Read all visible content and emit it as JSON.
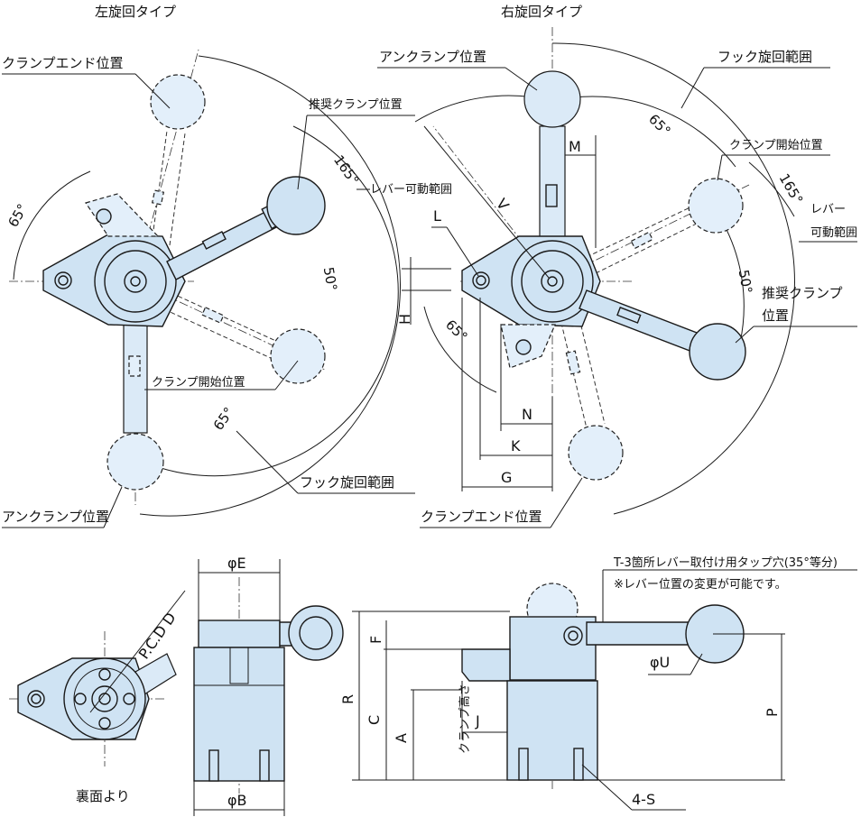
{
  "titles": {
    "left_type": "左旋回タイプ",
    "right_type": "右旋回タイプ"
  },
  "left_view": {
    "clamp_end": "クランプエンド位置",
    "recommended": "推奨クランプ位置",
    "lever_range": "レバー可動範囲",
    "clamp_start": "クランプ開始位置",
    "hook_range": "フック旋回範囲",
    "unclamp": "アンクランプ位置",
    "angle_65a": "65°",
    "angle_165": "165°",
    "angle_50": "50°",
    "angle_65b": "65°"
  },
  "right_view": {
    "unclamp": "アンクランプ位置",
    "hook_range": "フック旋回範囲",
    "clamp_start": "クランプ開始位置",
    "lever_range_1": "レバー",
    "lever_range_2": "可動範囲",
    "recommended_1": "推奨クランプ",
    "recommended_2": "位置",
    "clamp_end": "クランプエンド位置",
    "angle_65a": "65°",
    "angle_165": "165°",
    "angle_50": "50°",
    "angle_65b": "65°",
    "dim_m": "M",
    "dim_v": "V",
    "dim_l": "L",
    "dim_h": "H",
    "dim_n": "N",
    "dim_k": "K",
    "dim_g": "G"
  },
  "bottom_view": {
    "pcd": "P.C.D D",
    "caption": "裏面より"
  },
  "front_view": {
    "dim_e": "φE",
    "dim_b": "φB"
  },
  "side_view": {
    "tap_note": "T-3箇所レバー取付け用タップ穴(35°等分)",
    "lever_note": "※レバー位置の変更が可能です。",
    "dim_r": "R",
    "dim_f": "F",
    "dim_c": "C",
    "dim_a": "A",
    "clamp_height": "クランプ高さ",
    "dim_j": "J",
    "dim_u": "φU",
    "dim_p": "P",
    "dim_4s": "4-S"
  }
}
